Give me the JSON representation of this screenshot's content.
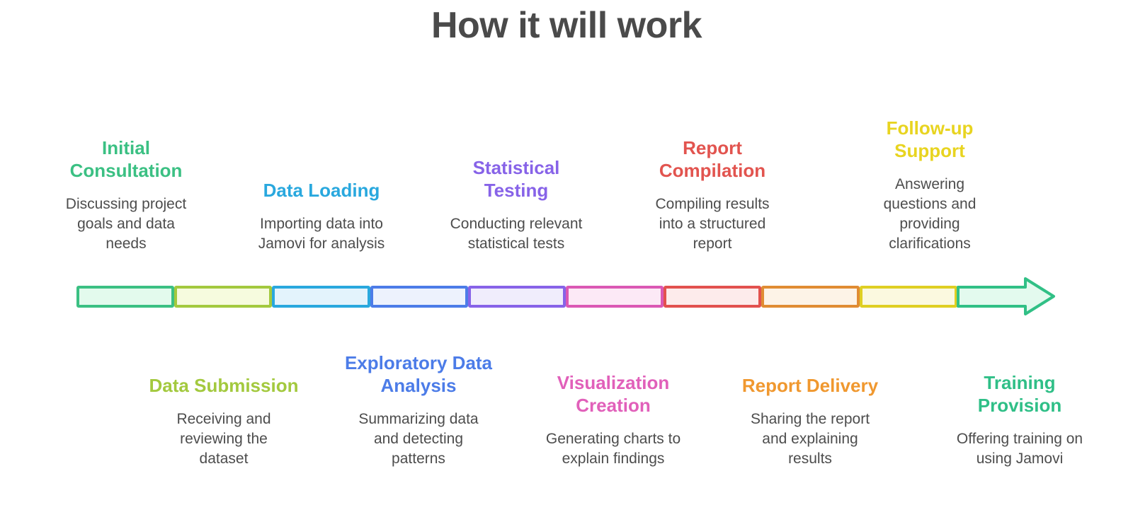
{
  "title": {
    "text": "How it will work",
    "color": "#4A4A4A"
  },
  "body_text_color": "#4D4D4D",
  "background_color": "#FFFFFF",
  "steps_top": [
    {
      "title": "Initial\nConsultation",
      "color": "#3BC083",
      "description": "Discussing project\ngoals and data\nneeds"
    },
    {
      "title": "Data Loading",
      "color": "#29A8DE",
      "description": "Importing data into\nJamovi for analysis"
    },
    {
      "title": "Statistical\nTesting",
      "color": "#8763E8",
      "description": "Conducting relevant\nstatistical tests"
    },
    {
      "title": "Report\nCompilation",
      "color": "#E2544F",
      "description": "Compiling results\ninto a structured\nreport"
    },
    {
      "title": "Follow-up\nSupport",
      "color": "#E8D420",
      "description": "Answering\nquestions and\nproviding\nclarifications"
    }
  ],
  "steps_bottom": [
    {
      "title": "Data Submission",
      "color": "#A3C93E",
      "description": "Receiving and\nreviewing the\ndataset"
    },
    {
      "title": "Exploratory Data\nAnalysis",
      "color": "#4C7CE8",
      "description": "Summarizing data\nand detecting\npatterns"
    },
    {
      "title": "Visualization\nCreation",
      "color": "#E160BA",
      "description": "Generating charts to\nexplain findings"
    },
    {
      "title": "Report Delivery",
      "color": "#F0982F",
      "description": "Sharing the report\nand explaining\nresults"
    },
    {
      "title": "Training\nProvision",
      "color": "#2FBF87",
      "description": "Offering training on\nusing Jamovi"
    }
  ],
  "timeline": {
    "segments": [
      {
        "step": "Initial Consultation",
        "border": "#3BC083",
        "fill": "#E3FAED"
      },
      {
        "step": "Data Submission",
        "border": "#A3C93E",
        "fill": "#F6FBDE"
      },
      {
        "step": "Data Loading",
        "border": "#29A8DE",
        "fill": "#E3F3FC"
      },
      {
        "step": "Exploratory Data Analysis",
        "border": "#4C7CE8",
        "fill": "#EDF2FD"
      },
      {
        "step": "Statistical Testing",
        "border": "#8763E8",
        "fill": "#F0EDFC"
      },
      {
        "step": "Visualization Creation",
        "border": "#DB58B4",
        "fill": "#FCE9F6"
      },
      {
        "step": "Report Compilation",
        "border": "#E2514E",
        "fill": "#FDEBEB"
      },
      {
        "step": "Report Delivery",
        "border": "#E08C33",
        "fill": "#FDF3E7"
      },
      {
        "step": "Follow-up Support",
        "border": "#DFCF22",
        "fill": "#FBF9DF"
      },
      {
        "step": "Training Provision",
        "border": "#31C086",
        "fill": "#E3FAEE",
        "arrowhead": true
      }
    ]
  }
}
